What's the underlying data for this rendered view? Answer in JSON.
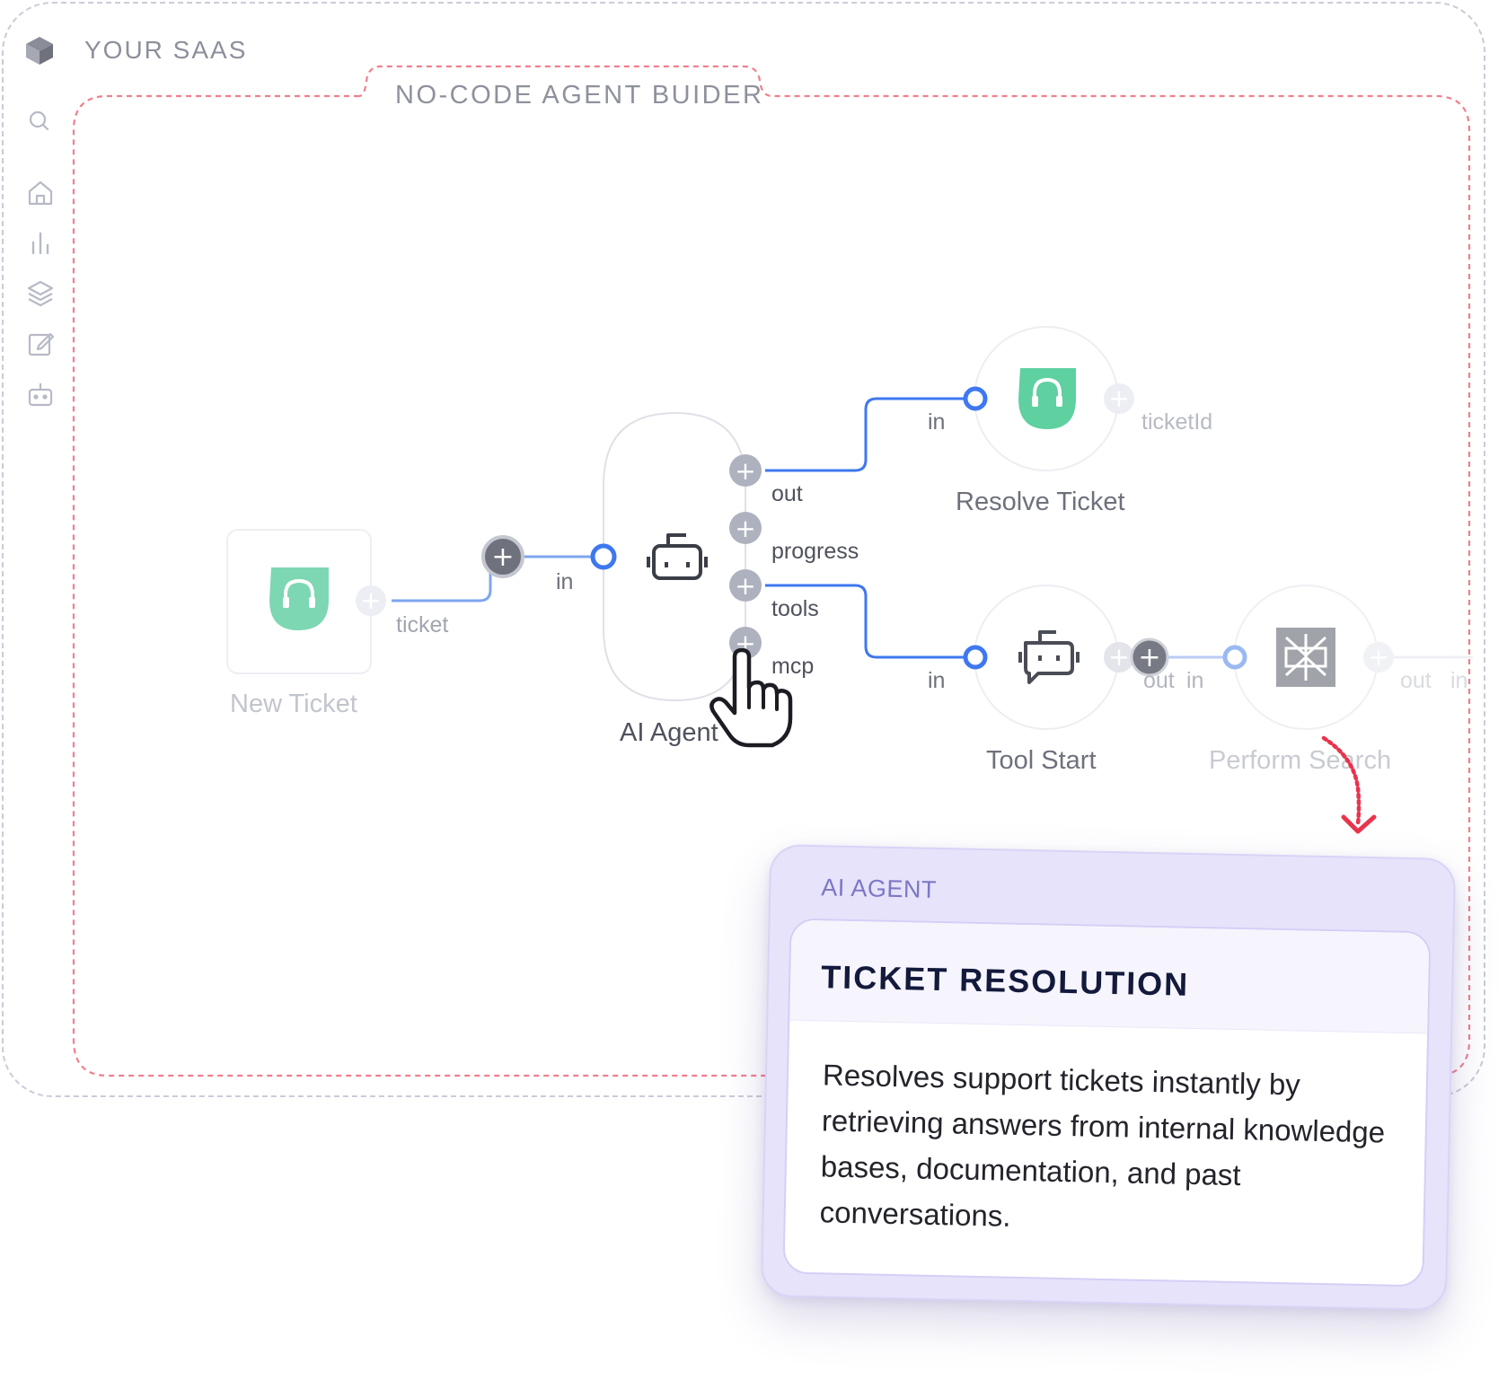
{
  "app": {
    "brand_name": "YOUR SAAS",
    "builder_title": "NO-CODE AGENT BUIDER"
  },
  "sidebar": {
    "items": [
      {
        "icon": "search-icon"
      },
      {
        "icon": "home-icon"
      },
      {
        "icon": "bar-chart-icon"
      },
      {
        "icon": "layers-icon"
      },
      {
        "icon": "edit-icon"
      },
      {
        "icon": "bot-icon"
      }
    ]
  },
  "nodes": {
    "new_ticket": {
      "label": "New Ticket",
      "out_port": "ticket",
      "icon": "support-headset-icon"
    },
    "ai_agent": {
      "label": "AI Agent",
      "in_port": "in",
      "out_ports": [
        "out",
        "progress",
        "tools",
        "mcp"
      ],
      "icon": "robot-icon"
    },
    "resolve_ticket": {
      "label": "Resolve Ticket",
      "in_port": "in",
      "out_port": "ticketId",
      "icon": "support-headset-icon"
    },
    "tool_start": {
      "label": "Tool Start",
      "in_port": "in",
      "out_port": "out",
      "icon": "chat-bot-icon"
    },
    "perform_search": {
      "label": "Perform Search",
      "in_port": "in",
      "out_port": "out",
      "next_in_port": "in",
      "icon": "perplexity-icon"
    }
  },
  "popup": {
    "tag": "AI AGENT",
    "title": "TICKET RESOLUTION",
    "description": "Resolves support tickets instantly by retrieving answers from internal knowledge bases, documentation, and past conversations."
  },
  "colors": {
    "accent_blue": "#3e78f0",
    "danger_dashed": "#f07f8c",
    "support_green": "#7dd7b3",
    "popup_lavender": "#e6e3fb"
  }
}
